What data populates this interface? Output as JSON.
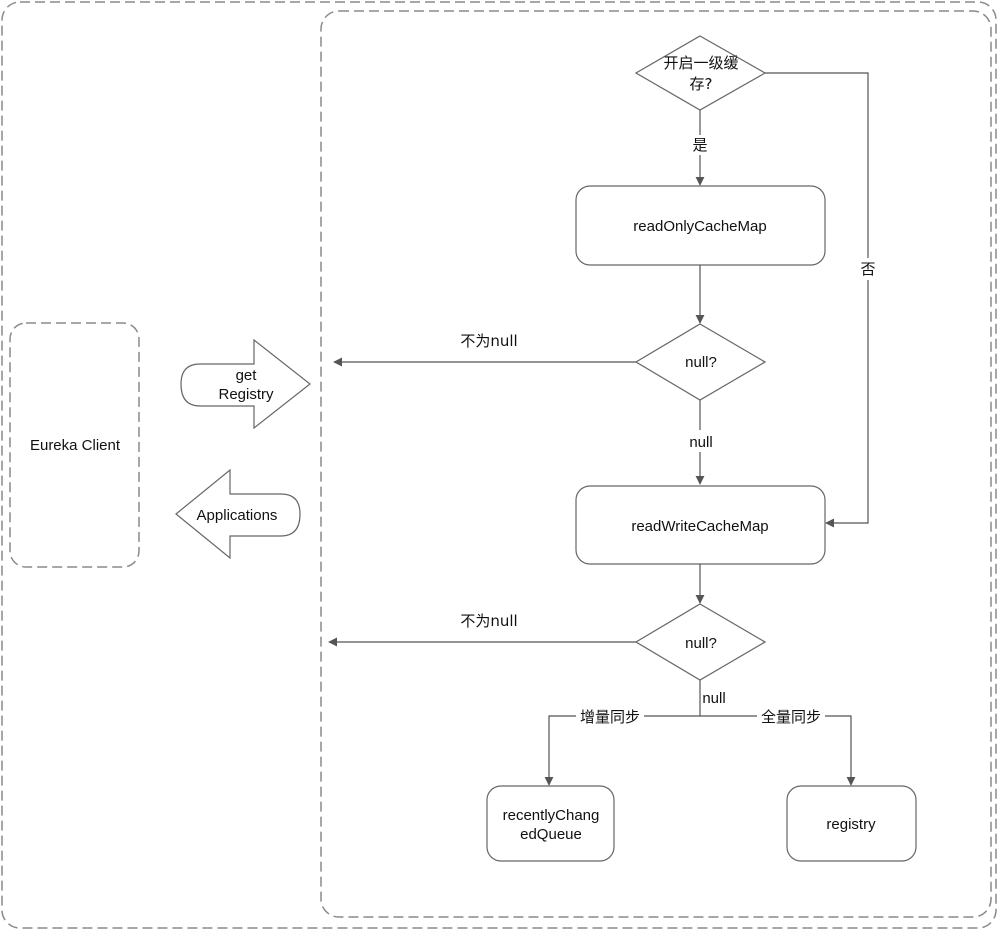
{
  "client": {
    "label": "Eureka Client"
  },
  "arrows": {
    "get_registry": [
      "get",
      "Registry"
    ],
    "applications": "Applications"
  },
  "flow": {
    "decision_cache": [
      "开启一级缓",
      "存?"
    ],
    "yes_label": "是",
    "no_label": "否",
    "read_only_cache": "readOnlyCacheMap",
    "decision_null_1": "null?",
    "not_null_label_1": "不为null",
    "null_label_1": "null",
    "read_write_cache": "readWriteCacheMap",
    "decision_null_2": "null?",
    "not_null_label_2": "不为null",
    "null_label_2": "null",
    "incremental_sync": "增量同步",
    "full_sync": "全量同步",
    "recently_changed_queue": [
      "recentlyChang",
      "edQueue"
    ],
    "registry": "registry"
  }
}
